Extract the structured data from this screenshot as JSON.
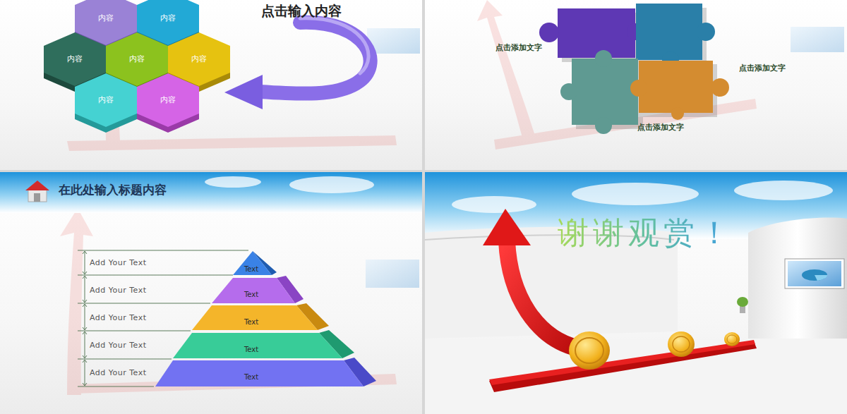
{
  "diagram": {
    "title": "在此处输入标题内容",
    "nodes": [
      {
        "text": [
          "内容"
        ]
      },
      {
        "text": [
          "内容"
        ]
      },
      {
        "text": [
          "内容"
        ]
      },
      {
        "text": [
          "内容"
        ]
      },
      {
        "text": [
          "内容"
        ]
      },
      {
        "text": [
          "内容"
        ]
      },
      {
        "text": [
          "内容"
        ]
      },
      {
        "text": [
          "Text"
        ]
      },
      {
        "text": [
          "Text"
        ]
      },
      {
        "text": [
          "Text"
        ]
      },
      {
        "text": [
          "Text"
        ]
      },
      {
        "text": [
          "Text"
        ]
      }
    ],
    "labels": [
      "点击输入内容",
      "点击添加文字",
      "点击添加文字",
      "点击添加文字",
      "Add Your Text",
      "Add Your Text",
      "Add Your Text",
      "Add Your Text",
      "Add Your Text",
      "谢谢观赏！"
    ]
  }
}
